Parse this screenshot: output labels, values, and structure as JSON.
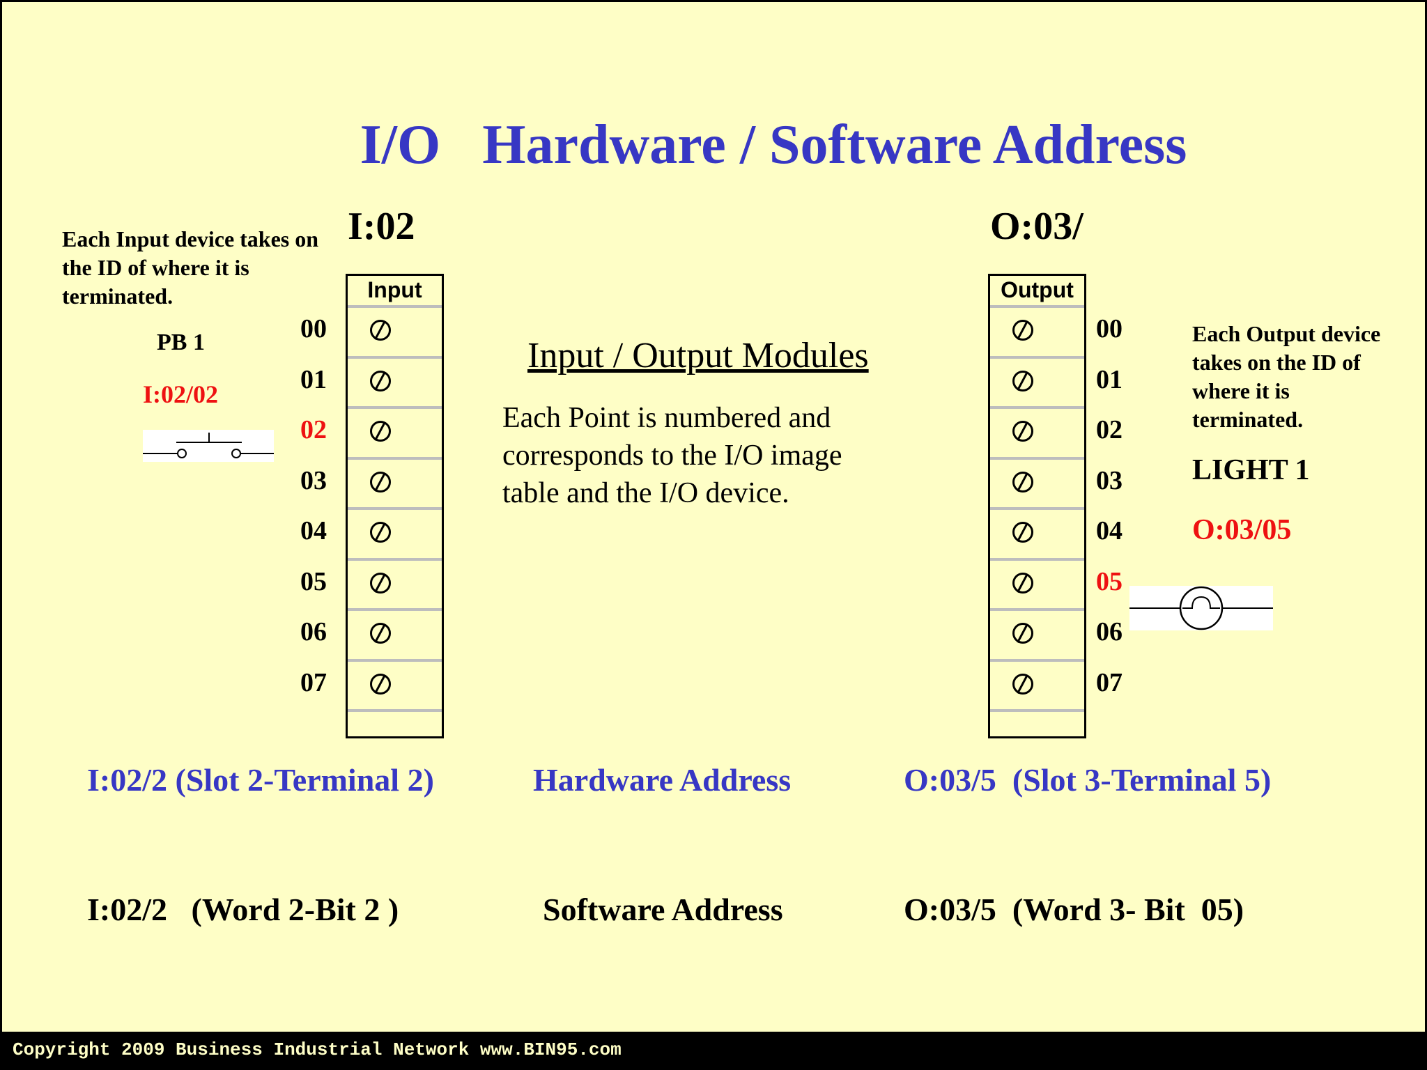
{
  "title": "I/O   Hardware / Software Address",
  "input_module": {
    "address": "I:02",
    "header": "Input",
    "terminals": [
      "00",
      "01",
      "02",
      "03",
      "04",
      "05",
      "06",
      "07"
    ],
    "highlighted": "02"
  },
  "output_module": {
    "address": "O:03/",
    "header": "Output",
    "terminals": [
      "00",
      "01",
      "02",
      "03",
      "04",
      "05",
      "06",
      "07"
    ],
    "highlighted": "05"
  },
  "input_note": "Each Input device takes on the ID of where it is terminated.",
  "pb_label": "PB 1",
  "pb_address": "I:02/02",
  "output_note": "Each Output device takes on the ID of where it is terminated.",
  "light_label": "LIGHT 1",
  "light_address": "O:03/05",
  "middle": {
    "heading": "Input / Output  Modules",
    "body": "Each Point is numbered and corresponds to the I/O image table and the I/O device."
  },
  "hardware_row": {
    "left": "I:02/2 (Slot 2-Terminal 2)",
    "center": "Hardware Address",
    "right": "O:03/5  (Slot 3-Terminal 5)"
  },
  "software_row": {
    "left": "I:02/2   (Word 2-Bit 2 )",
    "center": "Software Address",
    "right": "O:03/5  (Word 3- Bit  05)"
  },
  "copyright": "Copyright 2009 Business Industrial Network www.BIN95.com",
  "colors": {
    "background": "#fefec6",
    "title_blue": "#3737c4",
    "highlight_red": "#ee1111",
    "footer": "#000000"
  }
}
